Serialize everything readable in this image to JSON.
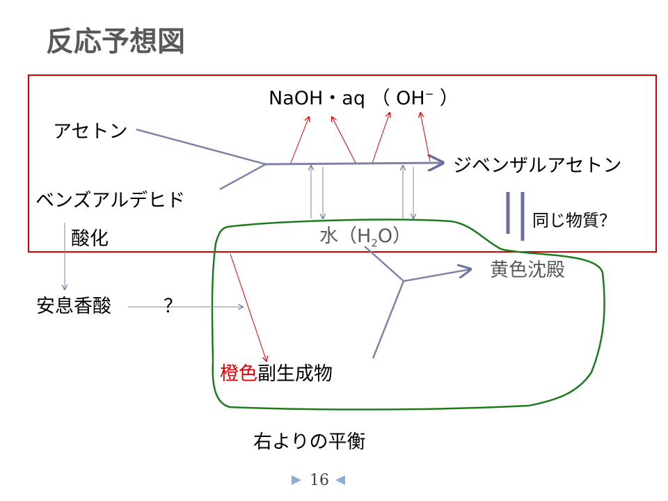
{
  "title": "反応予想図",
  "labels": {
    "naoh": "NaOH・aq （ OH",
    "naoh_superscript": "−",
    "naoh_close": " ）",
    "acetone": "アセトン",
    "benzaldehyde": "ベンズアルデヒド",
    "oxidation": "酸化",
    "dibenzalacetone": "ジベンザルアセトン",
    "same_substance": "同じ物質？",
    "water_prefix": "水（H",
    "water_subscript": "2",
    "water_suffix": "O）",
    "yellow_precipitate": "黄色沈殿",
    "benzoic_acid": "安息香酸",
    "question": "？",
    "orange_prefix": "橙色",
    "byproduct": "副生成物",
    "equilibrium": "右よりの平衡"
  },
  "footer": {
    "page_number": "16"
  },
  "colors": {
    "title": "#595959",
    "red_box": "#d00000",
    "green_loop": "#1e7a1e",
    "arrow_blue": "#7f82a8",
    "arrow_red": "#e00000",
    "nav_arrow": "#8eaed6"
  }
}
